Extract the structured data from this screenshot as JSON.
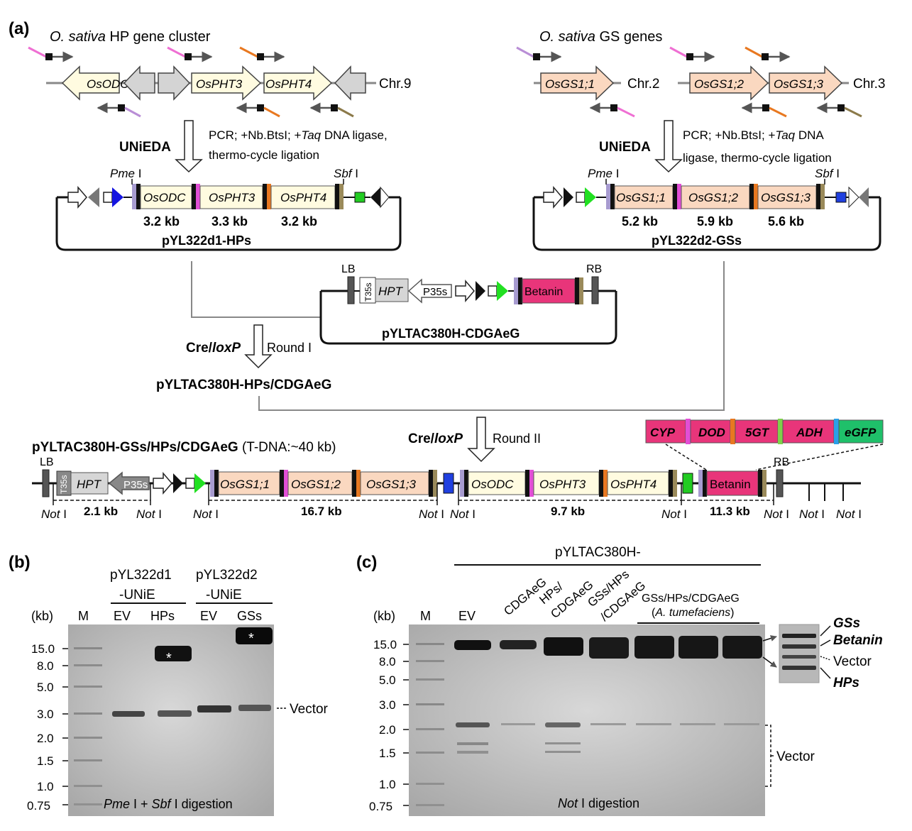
{
  "panels": {
    "a": "(a)",
    "b": "(b)",
    "c": "(c)"
  },
  "hp_cluster": {
    "species": "O. sativa",
    "title_rest": " HP gene cluster",
    "genes": [
      "OsODC",
      "OsPHT3",
      "OsPHT4"
    ],
    "chromosome": "Chr.9"
  },
  "gs_genes": {
    "species": "O. sativa",
    "title_rest": " GS genes",
    "genes": [
      "OsGS1;1",
      "OsGS1;2",
      "OsGS1;3"
    ],
    "chr_left": "Chr.2",
    "chr_right": "Chr.3"
  },
  "uniEDA": {
    "label": "UNiEDA",
    "left_line1_pre": "PCR; +Nb.BtsI; +",
    "left_line1_it": "Taq",
    "left_line1_post": " DNA ligase,",
    "left_line2": "thermo-cycle ligation",
    "right_line1_pre": "PCR; +Nb.BtsI; +",
    "right_line1_it": "Taq",
    "right_line1_post": " DNA",
    "right_line2": "ligase, thermo-cycle ligation"
  },
  "sites": {
    "pme": "Pme",
    "sbf": "Sbf",
    "not": "Not",
    "roman": " I"
  },
  "vector_hp": {
    "name": "pYL322d1-HPs",
    "genes": [
      "OsODC",
      "OsPHT3",
      "OsPHT4"
    ],
    "sizes": [
      "3.2 kb",
      "3.3 kb",
      "3.2 kb"
    ]
  },
  "vector_gs": {
    "name": "pYL322d2-GSs",
    "genes": [
      "OsGS1;1",
      "OsGS1;2",
      "OsGS1;3"
    ],
    "sizes": [
      "5.2 kb",
      "5.9 kb",
      "5.6 kb"
    ]
  },
  "tac": {
    "name": "pYLTAC380H-CDGAeG",
    "lb": "LB",
    "rb": "RB",
    "t35s": "T35s",
    "hpt": "HPT",
    "p35s": "P35s",
    "betanin": "Betanin"
  },
  "round1": {
    "cre": "Cre/",
    "loxp": "loxP",
    "round": "Round I",
    "product": "pYLTAC380H-HPs/CDGAeG"
  },
  "round2": {
    "cre": "Cre/",
    "loxp": "loxP",
    "round": "Round II"
  },
  "final": {
    "name": "pYLTAC380H-GSs/HPs/CDGAeG",
    "tdna": " (T-DNA:~40 kb)",
    "lb": "LB",
    "rb": "RB",
    "t35s": "T35s",
    "hpt": "HPT",
    "p35s": "P35s",
    "gs_genes": [
      "OsGS1;1",
      "OsGS1;2",
      "OsGS1;3"
    ],
    "hp_genes": [
      "OsODC",
      "OsPHT3",
      "OsPHT4"
    ],
    "betanin": "Betanin",
    "fragments": [
      "2.1 kb",
      "16.7 kb",
      "9.7 kb",
      "11.3 kb"
    ],
    "betanin_parts": [
      "CYP",
      "DOD",
      "5GT",
      "ADH",
      "eGFP"
    ]
  },
  "gel_b": {
    "top1": "pYL322d1",
    "top2": "pYL322d2",
    "sub": "-UNiE",
    "lanes": [
      "M",
      "EV",
      "HPs",
      "EV",
      "GSs"
    ],
    "unit": "(kb)",
    "ladder": [
      "15.0",
      "8.0",
      "5.0",
      "3.0",
      "2.0",
      "1.5",
      "1.0",
      "0.75"
    ],
    "vector": "Vector",
    "star": "*",
    "caption_a": "Pme",
    "caption_b": " I + ",
    "caption_c": "Sbf",
    "caption_d": " I digestion"
  },
  "gel_c": {
    "header": "pYLTAC380H-",
    "unit": "(kb)",
    "m": "M",
    "ev": "EV",
    "lane_labels": [
      "CDGAeG",
      "HPs/",
      "CDGAeG",
      "GSs/HPs",
      "/CDGAeG"
    ],
    "group1": "GSs/HPs/CDGAeG",
    "group2_pre": "(",
    "group2_it": "A. tumefaciens",
    "group2_post": ")",
    "ladder": [
      "15.0",
      "8.0",
      "5.0",
      "3.0",
      "2.0",
      "1.5",
      "1.0",
      "0.75"
    ],
    "vector": "Vector",
    "caption_a": "Not",
    "caption_b": " I digestion",
    "inset": [
      "GSs",
      "Betanin",
      "Vector",
      "HPs"
    ]
  }
}
